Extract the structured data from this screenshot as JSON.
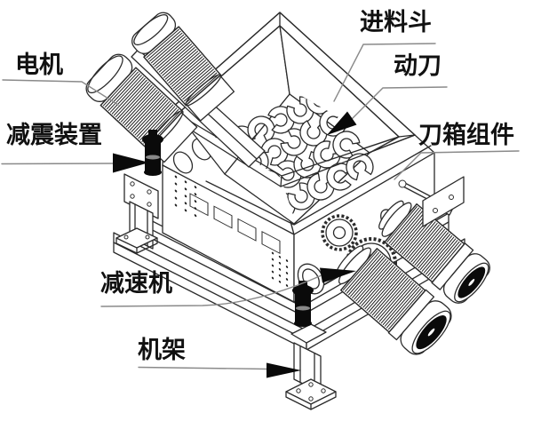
{
  "diagram": {
    "type": "technical-line-drawing",
    "labels": {
      "motor": "电机",
      "damping_device": "减震装置",
      "feed_hopper": "进料斗",
      "moving_blade": "动刀",
      "knife_box_assembly": "刀箱组件",
      "reducer": "减速机",
      "frame": "机架"
    },
    "colors": {
      "background": "#ffffff",
      "line": "#2b2b2b",
      "leader_line": "#8a8a8a",
      "label_text": "#111111",
      "arrow_fill": "#0a0a0a"
    }
  }
}
